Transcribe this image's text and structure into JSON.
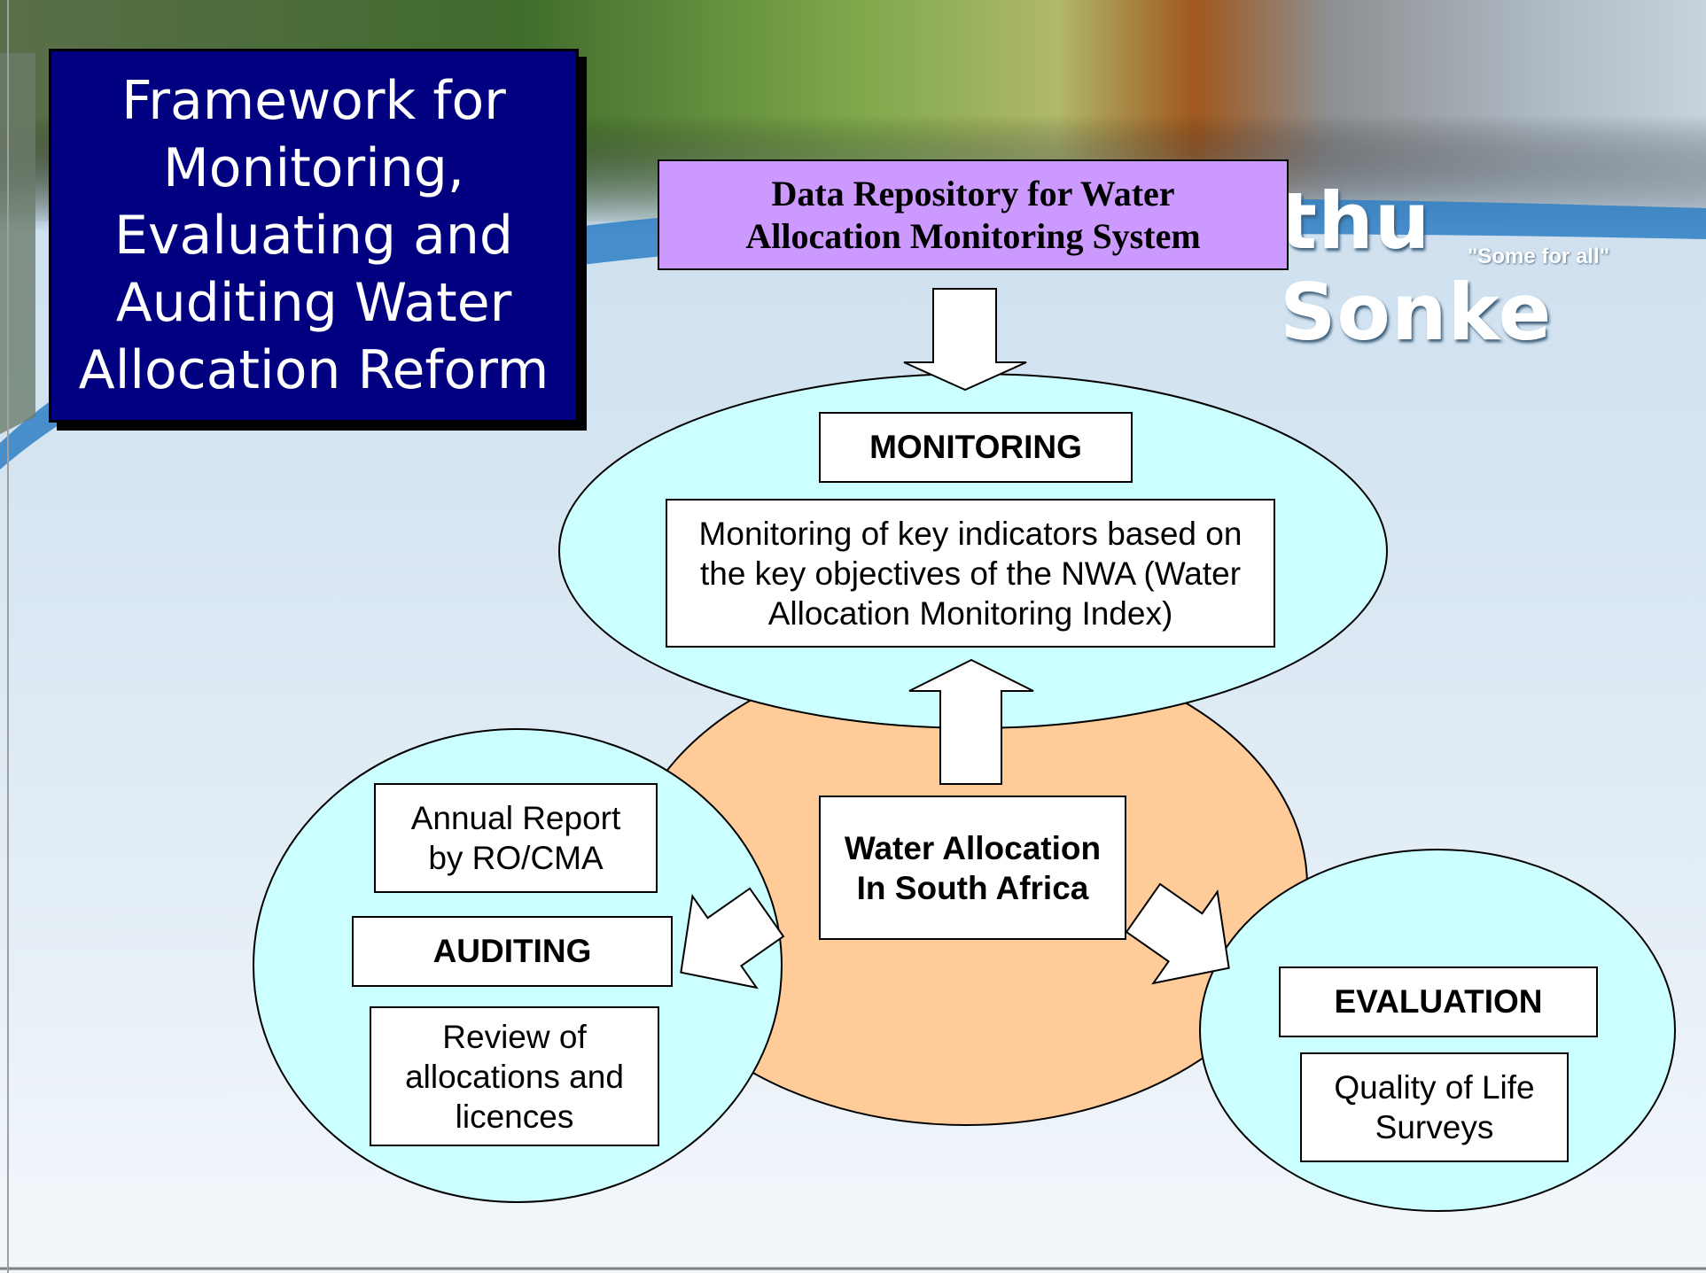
{
  "title": "Framework for Monitoring, Evaluating and Auditing Water Allocation Reform",
  "banner": {
    "brand": "thu Sonke",
    "tagline": "\"Some for all\""
  },
  "repository": {
    "label": "Data Repository for Water Allocation Monitoring System"
  },
  "center": {
    "label": "Water Allocation In South Africa"
  },
  "monitoring": {
    "heading": "MONITORING",
    "description": "Monitoring of key indicators based on the key objectives of the NWA (Water Allocation Monitoring Index)"
  },
  "auditing": {
    "heading": "AUDITING",
    "report": "Annual Report by RO/CMA",
    "review": "Review of allocations and licences"
  },
  "evaluation": {
    "heading": "EVALUATION",
    "surveys": "Quality of Life Surveys"
  },
  "colors": {
    "title_bg": "#000080",
    "repository_bg": "#cc99ff",
    "circle_fill": "#ccffff",
    "center_fill": "#ffcc99"
  }
}
